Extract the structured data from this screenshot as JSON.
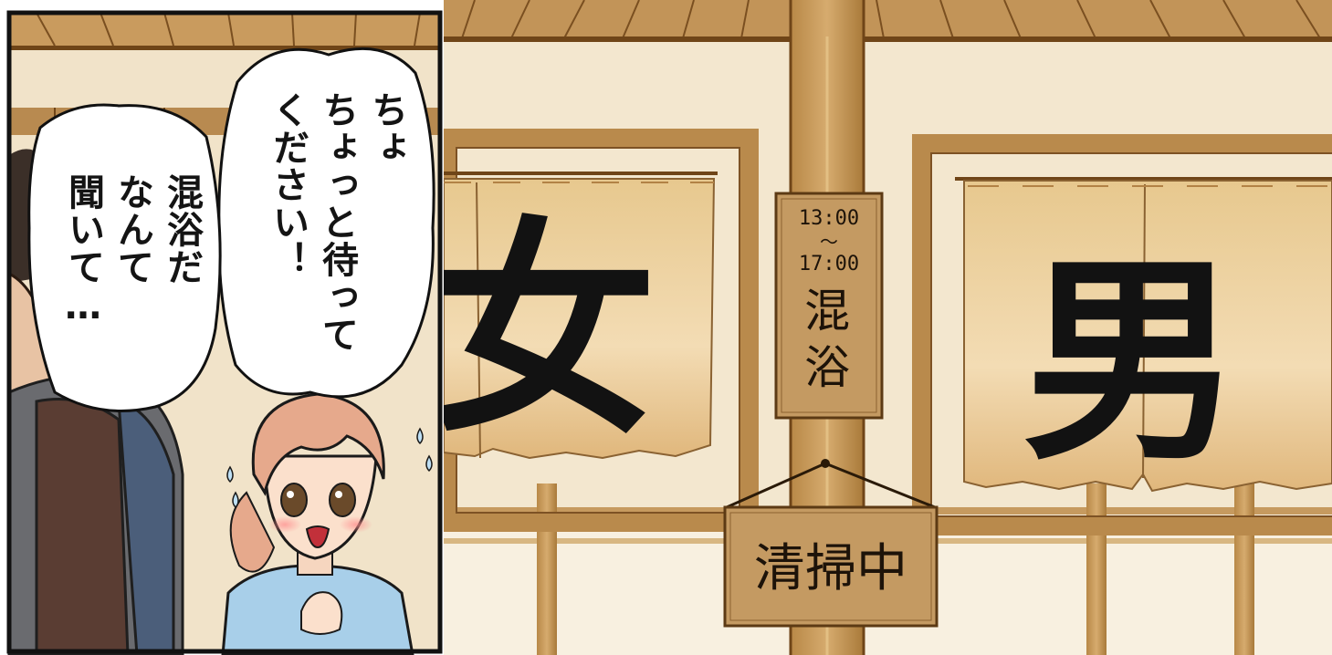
{
  "speech_bubbles": [
    {
      "lines": [
        "ちょ",
        "ちょっと待って",
        "ください！"
      ]
    },
    {
      "lines": [
        "混浴だ",
        "なんて",
        "聞いて…"
      ]
    }
  ],
  "schedule_sign": {
    "time_start": "13:00",
    "separator": "〜",
    "time_end": "17:00",
    "label_top": "混",
    "label_bottom": "浴"
  },
  "cleaning_sign": {
    "text": "清掃中"
  },
  "curtains": {
    "left": "女",
    "right": "男"
  },
  "colors": {
    "wood": "#c69a5f",
    "wood_dark": "#8a5e2a",
    "wall": "#f3e7cf",
    "curtain": "#eccf9d",
    "hair": "#e6a98c",
    "shirt": "#a8cfe9",
    "ink": "#141414"
  }
}
